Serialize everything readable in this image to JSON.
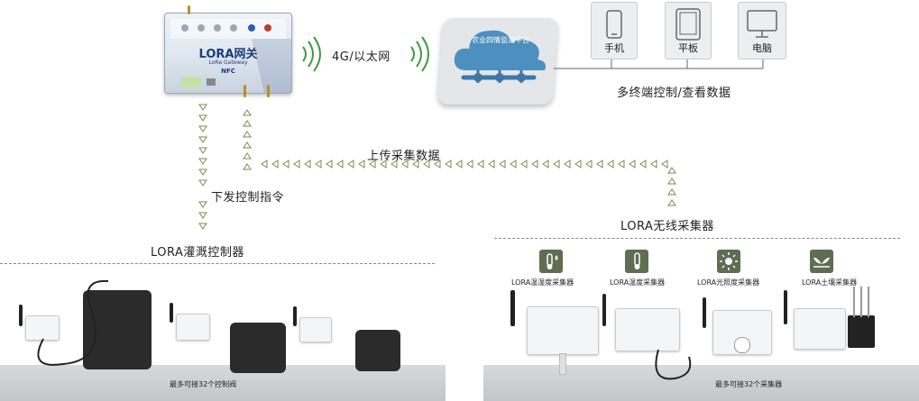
{
  "gateway": {
    "title": "LORA网关",
    "subtitle": "LoRa Gateway",
    "nfc": "NFC"
  },
  "link_label": "4G/以太网",
  "cloud": {
    "label": "农业四情监测平台"
  },
  "terminals": [
    {
      "label": "手机",
      "icon": "phone-icon"
    },
    {
      "label": "平板",
      "icon": "tablet-icon"
    },
    {
      "label": "电脑",
      "icon": "monitor-icon"
    }
  ],
  "terminals_caption": "多终端控制/查看数据",
  "upload_label": "上传采集数据",
  "download_label": "下发控制指令",
  "collector_group_label": "LORA无线采集器",
  "controller_group_label": "LORA灌溉控制器",
  "controller_caption": "最多可接32个控制阀",
  "collector_caption": "最多可接32个采集器",
  "sensors": [
    {
      "label": "LORA温湿度采集器",
      "icon": "thermometer-droplet-icon"
    },
    {
      "label": "LORA温度采集器",
      "icon": "thermometer-icon"
    },
    {
      "label": "LORA光照度采集器",
      "icon": "sun-icon"
    },
    {
      "label": "LORA土壤采集器",
      "icon": "plant-soil-icon"
    }
  ],
  "colors": {
    "icon_bg": "#5f6d52",
    "arrow": "#7a8a50",
    "wifi": "#3f9a3a",
    "gateway_text": "#1d3d7a"
  }
}
